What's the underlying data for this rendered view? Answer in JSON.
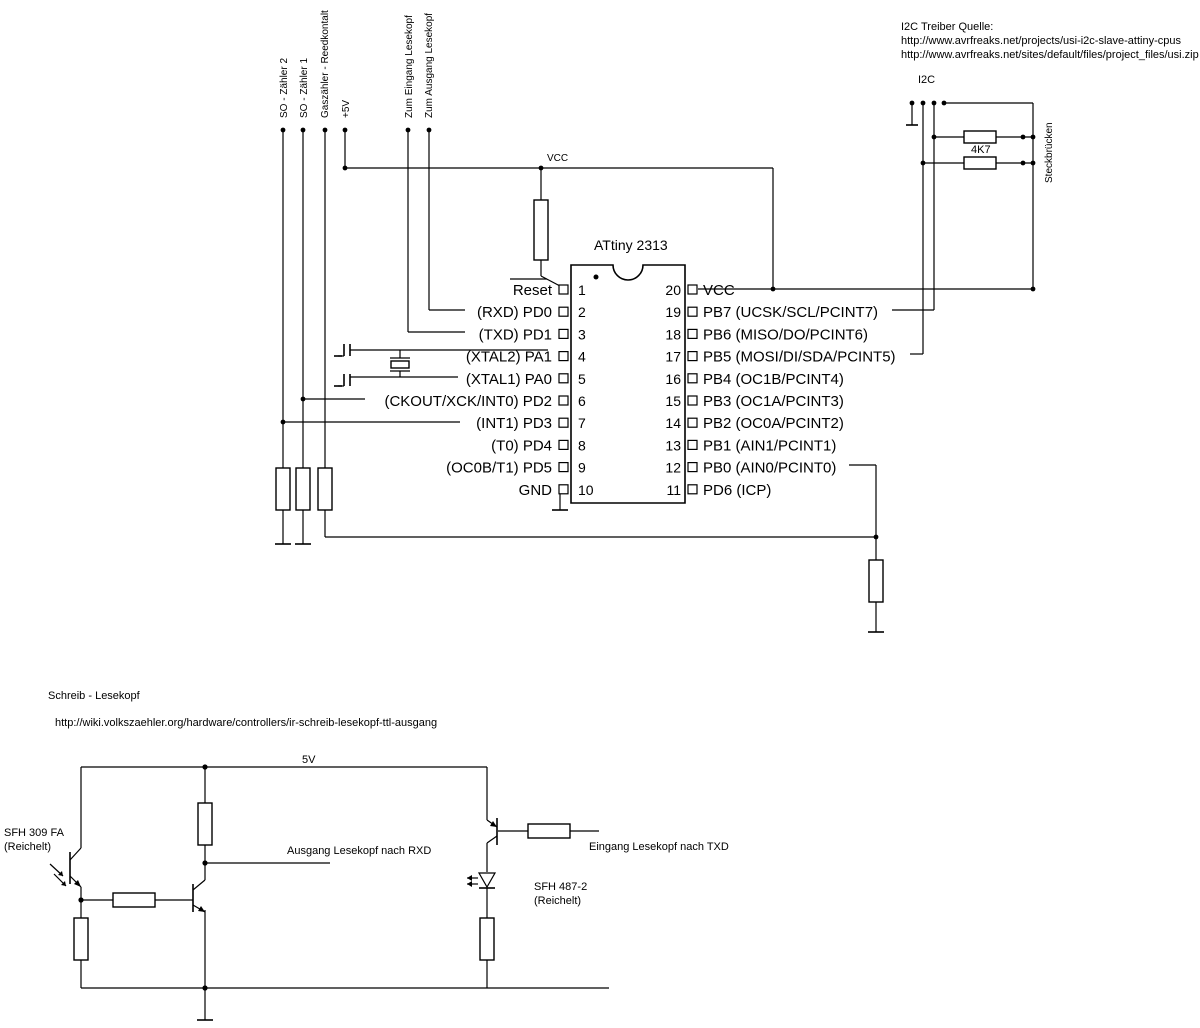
{
  "top": {
    "i2c_source_title": "I2C  Treiber  Quelle:",
    "i2c_link_1": "http://www.avrfreaks.net/projects/usi-i2c-slave-attiny-cpus",
    "i2c_link_2": "http://www.avrfreaks.net/sites/default/files/project_files/usi.zip",
    "i2c_label": "I2C",
    "pullup_value": "4K7",
    "jumpers_label": "Steckbrücken",
    "vcc_label": "VCC",
    "chip_name": "ATtiny 2313",
    "connectors": [
      "SO - Zähler 2",
      "SO - Zähler 1",
      "Gaszähler - Reedkontalt",
      "+5V",
      "Zum Eingang Lesekopf",
      "Zum Ausgang Lesekopf"
    ]
  },
  "chip": {
    "left_pins": [
      {
        "num": "1",
        "name": "Reset"
      },
      {
        "num": "2",
        "name": "(RXD) PD0"
      },
      {
        "num": "3",
        "name": "(TXD) PD1"
      },
      {
        "num": "4",
        "name": "(XTAL2) PA1"
      },
      {
        "num": "5",
        "name": "(XTAL1) PA0"
      },
      {
        "num": "6",
        "name": "(CKOUT/XCK/INT0) PD2"
      },
      {
        "num": "7",
        "name": "(INT1) PD3"
      },
      {
        "num": "8",
        "name": "(T0) PD4"
      },
      {
        "num": "9",
        "name": "(OC0B/T1) PD5"
      },
      {
        "num": "10",
        "name": "GND"
      }
    ],
    "right_pins": [
      {
        "num": "20",
        "name": "VCC"
      },
      {
        "num": "19",
        "name": "PB7 (UCSK/SCL/PCINT7)"
      },
      {
        "num": "18",
        "name": "PB6 (MISO/DO/PCINT6)"
      },
      {
        "num": "17",
        "name": "PB5 (MOSI/DI/SDA/PCINT5)"
      },
      {
        "num": "16",
        "name": "PB4 (OC1B/PCINT4)"
      },
      {
        "num": "15",
        "name": "PB3 (OC1A/PCINT3)"
      },
      {
        "num": "14",
        "name": "PB2 (OC0A/PCINT2)"
      },
      {
        "num": "13",
        "name": "PB1 (AIN1/PCINT1)"
      },
      {
        "num": "12",
        "name": "PB0 (AIN0/PCINT0)"
      },
      {
        "num": "11",
        "name": "PD6 (ICP)"
      }
    ]
  },
  "bottom": {
    "title": "Schreib - Lesekopf",
    "link": "http://wiki.volkszaehler.org/hardware/controllers/ir-schreib-lesekopf-ttl-ausgang",
    "supply": "5V",
    "phototransistor": "SFH 309 FA",
    "phototransistor_source": "(Reichelt)",
    "output_label": "Ausgang Lesekopf nach RXD",
    "input_label": "Eingang Lesekopf nach TXD",
    "ir_led": "SFH 487-2",
    "ir_led_source": "(Reichelt)"
  }
}
